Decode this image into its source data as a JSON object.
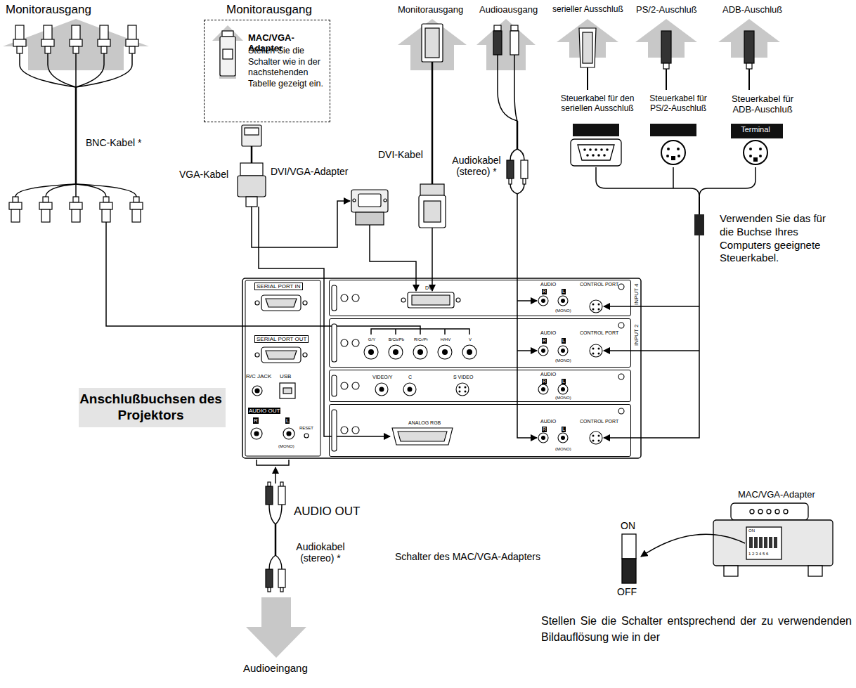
{
  "diagram": {
    "nodes": [
      {
        "text": [
          "MAC/VGA-Adapter",
          "Stellen Sie die Schalter wie in der nachstehenden Tabelle gezeigt ein."
        ]
      },
      {
        "text": [
          "Terminal"
        ]
      },
      {
        "text": [
          "Anschlußbuchsen des Projektors"
        ]
      },
      {
        "text": [
          "DVI",
          "AUDIO",
          "R",
          "L",
          "(MONO)",
          "CONTROL PORT"
        ]
      },
      {
        "text": [
          "G/Y",
          "B/Cb/Pb",
          "R/Cr/Pr",
          "H/HV",
          "V",
          "AUDIO",
          "R",
          "L",
          "(MONO)",
          "CONTROL PORT"
        ]
      },
      {
        "text": [
          "VIDEO/Y",
          "C",
          "S VIDEO",
          "AUDIO",
          "R",
          "L",
          "(MONO)"
        ]
      },
      {
        "text": [
          "ANALOG RGB",
          "AUDIO",
          "R",
          "L",
          "(MONO)",
          "CONTROL PORT"
        ]
      }
    ],
    "labels": [
      "Monitorausgang",
      "Monitorausgang",
      "Monitorausgang",
      "Audioausgang",
      "serieller Ausschluß",
      "PS/2-Auschluß",
      "ADB-Auschluß",
      "BNC-Kabel *",
      "VGA-Kabel",
      "DVI/VGA-Adapter",
      "DVI-Kabel",
      "Audiokabel (stereo) *",
      "Steuerkabel für den seriellen Ausschluß",
      "Steuerkabel für PS/2-Auschluß",
      "Steuerkabel für ADB-Auschluß",
      "Verwenden Sie das für die Buchse Ihres Computers geeignete Steuerkabel.",
      "SERIAL PORT IN",
      "SERIAL PORT OUT",
      "R/C JACK",
      "USB",
      "AUDIO OUT",
      "R",
      "L",
      "(MONO)",
      "RESET",
      "AUDIO OUT",
      "Audiokabel (stereo) *",
      "Audioeingang",
      "MAC/VGA-Adapter",
      "Schalter des MAC/VGA-Adapters",
      "ON",
      "OFF",
      "Stellen Sie die Schalter entsprechend der zu verwendenden Bildauflösung wie in der",
      "ON",
      "1 2 3 4 5 6",
      "INPUT 4",
      "INPUT 2"
    ]
  }
}
